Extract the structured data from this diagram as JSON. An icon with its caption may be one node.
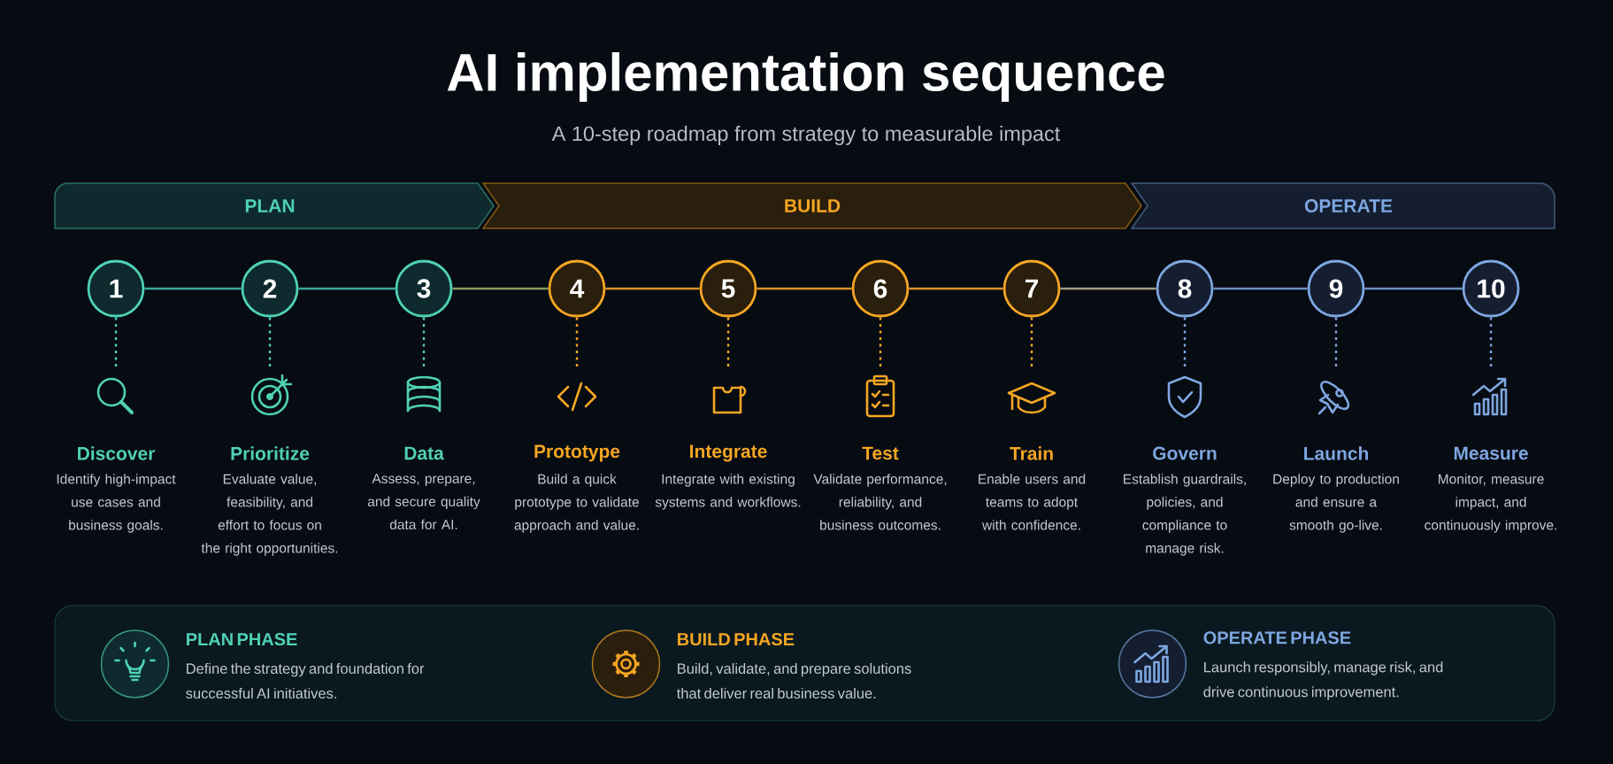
{
  "diagram": {
    "title": "AI implementation sequence",
    "nodes": [
      {
        "text": [
          "PLAN"
        ]
      },
      {
        "text": [
          "BUILD"
        ]
      },
      {
        "text": [
          "OPERATE"
        ]
      },
      {
        "text": [
          "1"
        ]
      },
      {
        "text": [
          "2"
        ]
      },
      {
        "text": [
          "3"
        ]
      },
      {
        "text": [
          "4"
        ]
      },
      {
        "text": [
          "5"
        ]
      },
      {
        "text": [
          "6"
        ]
      },
      {
        "text": [
          "7"
        ]
      },
      {
        "text": [
          "8"
        ]
      },
      {
        "text": [
          "9"
        ]
      },
      {
        "text": [
          "10"
        ]
      },
      {
        "text": [],
        "shape": "magnifier",
        "beside": [
          "Discover",
          "Identify high-impact use cases and business goals."
        ]
      },
      {
        "text": [],
        "shape": "target",
        "beside": [
          "Prioritize",
          "Evaluate value, feasibility, and effort to focus on the right opportunities."
        ]
      },
      {
        "text": [],
        "shape": "database",
        "beside": [
          "Data",
          "Assess, prepare, and secure quality data for AI."
        ]
      },
      {
        "text": [],
        "shape": "code",
        "beside": [
          "Prototype",
          "Build a quick prototype to validate approach and value."
        ]
      },
      {
        "text": [],
        "shape": "puzzle",
        "beside": [
          "Integrate",
          "Integrate with existing systems and workflows."
        ]
      },
      {
        "text": [],
        "shape": "clipboard",
        "beside": [
          "Test",
          "Validate performance, reliability, and business outcomes."
        ]
      },
      {
        "text": [],
        "shape": "mortarboard",
        "beside": [
          "Train",
          "Enable users and teams to adopt with confidence."
        ]
      },
      {
        "text": [],
        "shape": "shield",
        "beside": [
          "Govern",
          "Establish guardrails, policies, and compliance to manage risk."
        ]
      },
      {
        "text": [],
        "shape": "rocket",
        "beside": [
          "Launch",
          "Deploy to production and ensure a smooth go-live."
        ]
      },
      {
        "text": [],
        "shape": "chart",
        "beside": [
          "Measure",
          "Monitor, measure impact, and continuously improve."
        ]
      },
      {
        "text": [],
        "shape": "box"
      },
      {
        "text": [
          "PLAN PHASE",
          "Define the strategy and foundation for successful AI initiatives."
        ],
        "in": 23
      },
      {
        "text": [
          "BUILD PHASE",
          "Build, validate, and prepare solutions that deliver real business value."
        ],
        "in": 23
      },
      {
        "text": [
          "OPERATE PHASE",
          "Launch responsibly, manage risk, and drive continuous improvement."
        ],
        "in": 23
      }
    ],
    "edges": [
      {
        "from": 3,
        "to": 4,
        "arrow": "none",
        "color": "#3aa89a"
      },
      {
        "from": 4,
        "to": 5,
        "arrow": "none",
        "color": "#3aa89a"
      },
      {
        "from": 5,
        "to": 6,
        "arrow": "none",
        "color": "#8a9a60"
      },
      {
        "from": 6,
        "to": 7,
        "arrow": "none",
        "color": "#d8902a"
      },
      {
        "from": 7,
        "to": 8,
        "arrow": "none",
        "color": "#d8902a"
      },
      {
        "from": 8,
        "to": 9,
        "arrow": "none",
        "color": "#d8902a"
      },
      {
        "from": 9,
        "to": 10,
        "arrow": "none",
        "color": "#a09a80"
      },
      {
        "from": 10,
        "to": 11,
        "arrow": "none",
        "color": "#6f8fc0"
      },
      {
        "from": 11,
        "to": 12,
        "arrow": "none",
        "color": "#6f8fc0"
      },
      {
        "from": 3,
        "to": 13,
        "arrow": "none",
        "style": "dashed",
        "color": "#4fd1b5"
      },
      {
        "from": 4,
        "to": 14,
        "arrow": "none",
        "style": "dashed",
        "color": "#4fd1b5"
      },
      {
        "from": 5,
        "to": 15,
        "arrow": "none",
        "style": "dashed",
        "color": "#4fd1b5"
      },
      {
        "from": 6,
        "to": 16,
        "arrow": "none",
        "style": "dashed",
        "color": "#f5a623"
      },
      {
        "from": 7,
        "to": 17,
        "arrow": "none",
        "style": "dashed",
        "color": "#f5a623"
      },
      {
        "from": 8,
        "to": 18,
        "arrow": "none",
        "style": "dashed",
        "color": "#f5a623"
      },
      {
        "from": 9,
        "to": 19,
        "arrow": "none",
        "style": "dashed",
        "color": "#f5a623"
      },
      {
        "from": 10,
        "to": 20,
        "arrow": "none",
        "style": "dashed",
        "color": "#7ea6e0"
      },
      {
        "from": 11,
        "to": 21,
        "arrow": "none",
        "style": "dashed",
        "color": "#7ea6e0"
      },
      {
        "from": 12,
        "to": 22,
        "arrow": "none",
        "style": "dashed",
        "color": "#7ea6e0"
      }
    ],
    "labels": [
      "A 10-step roadmap from strategy to measurable impact"
    ]
  }
}
